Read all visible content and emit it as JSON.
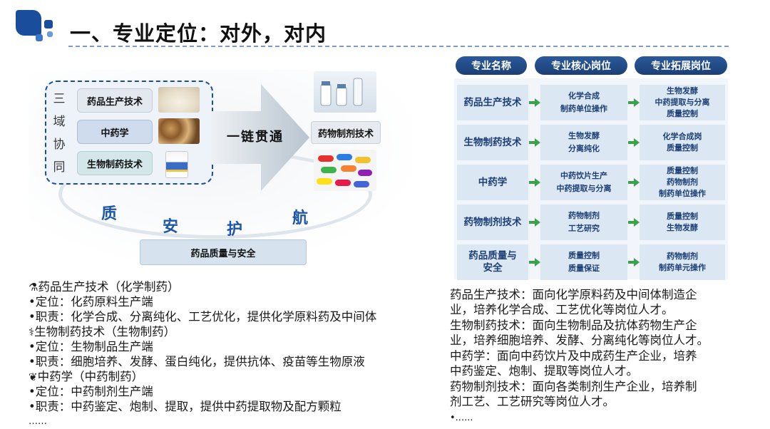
{
  "title": "一、专业定位：对外，对内",
  "colors": {
    "brand": "#1d56a8",
    "header": "#1c3f75",
    "cell": "#dbe7f2",
    "arrow": "#3aa24a"
  },
  "diagram": {
    "vertical_chars": [
      "三",
      "域",
      "协",
      "同"
    ],
    "courses": [
      "药品生产技术",
      "中药学",
      "生物制药技术"
    ],
    "chain_text": "一链贯通",
    "product_label": "药物制剂技术",
    "guard_chars": [
      "质",
      "安",
      "护",
      "航"
    ],
    "quality_label": "药品质量与安全"
  },
  "left_text": {
    "lines": [
      "药品生产技术（化学制药）",
      "•定位：化药原料生产端",
      "•职责：化学合成、分离纯化、工艺优化，提供化学原料药及中间体",
      "生物制药技术（生物制药）",
      "•定位：生物制品生产端",
      "•职责：细胞培养、发酵、蛋白纯化，提供抗体、疫苗等生物原液",
      "中药学（中药制药）",
      "•定位：中药制剂生产端",
      "•职责：中药鉴定、炮制、提取，提供中药提取物及配方颗粒",
      "……"
    ],
    "icons": [
      "flask-icon",
      "dna-icon",
      "herb-icon"
    ]
  },
  "table": {
    "headers": [
      "专业名称",
      "专业核心岗位",
      "专业拓展岗位"
    ],
    "rows": [
      {
        "name": [
          "药品生产技术"
        ],
        "core": [
          "化学合成",
          "制药单位操作"
        ],
        "ext": [
          "生物发酵",
          "中药提取与分离",
          "质量控制"
        ]
      },
      {
        "name": [
          "生物制药技术"
        ],
        "core": [
          "生物发酵",
          "分离纯化"
        ],
        "ext": [
          "化学合成岗",
          "质量控制"
        ]
      },
      {
        "name": [
          "中药学"
        ],
        "core": [
          "中药饮片生产",
          "中药提取与分离"
        ],
        "ext": [
          "质量控制",
          "药物制剂",
          "制药单位操作"
        ]
      },
      {
        "name": [
          "药物制剂技术"
        ],
        "core": [
          "药物制剂",
          "工艺研究"
        ],
        "ext": [
          "质量控制",
          "生物发酵"
        ]
      },
      {
        "name": [
          "药品质量与",
          "安全"
        ],
        "core": [
          "质量控制",
          "质量保证"
        ],
        "ext": [
          "药物制剂",
          "制药单元操作"
        ]
      }
    ]
  },
  "right_text": {
    "lines": [
      "药品生产技术：面向化学原料药及中间体制造企",
      "业，培养化学合成、工艺优化等岗位人才。",
      "生物制药技术：面向生物制品及抗体药物生产企",
      "业，培养细胞培养、发酵、分离纯化等岗位人才。",
      "中药学：面向中药饮片及中成药生产企业，培养",
      "中药鉴定、炮制、提取等岗位人才。",
      "药物制剂技术：面向各类制剂生产企业，培养制",
      "剂工艺、工艺研究等岗位人才。",
      "•......"
    ]
  }
}
